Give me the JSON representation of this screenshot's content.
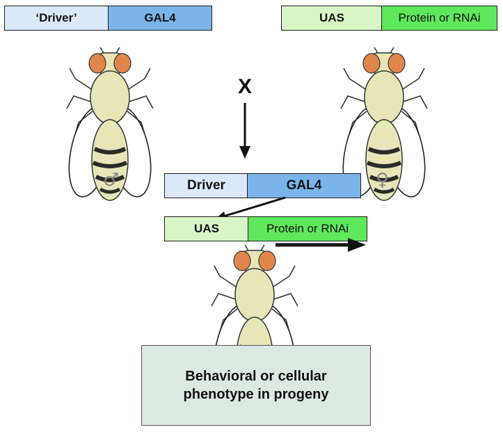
{
  "male_construct": {
    "driver_label": "‘Driver’",
    "gal4_label": "GAL4"
  },
  "female_construct": {
    "uas_label": "UAS",
    "effector_label": "Protein or RNAi"
  },
  "cross_label": "X",
  "male_symbol": "♂",
  "female_symbol": "♀",
  "progeny_driver": {
    "driver_label": "Driver",
    "gal4_label": "GAL4"
  },
  "progeny_uas": {
    "uas_label": "UAS",
    "effector_label": "Protein or RNAi"
  },
  "phenotype_text": "Behavioral or cellular phenotype in progeny",
  "colors": {
    "driver_fill": "#dbe8f9",
    "gal4_fill": "#7ab4ea",
    "uas_fill": "#d8f5c6",
    "effector_fill": "#5fe85c",
    "phenotype_fill": "#dce9e3",
    "fly_eye": "#e0864c",
    "fly_body": "#e8e6b8"
  }
}
